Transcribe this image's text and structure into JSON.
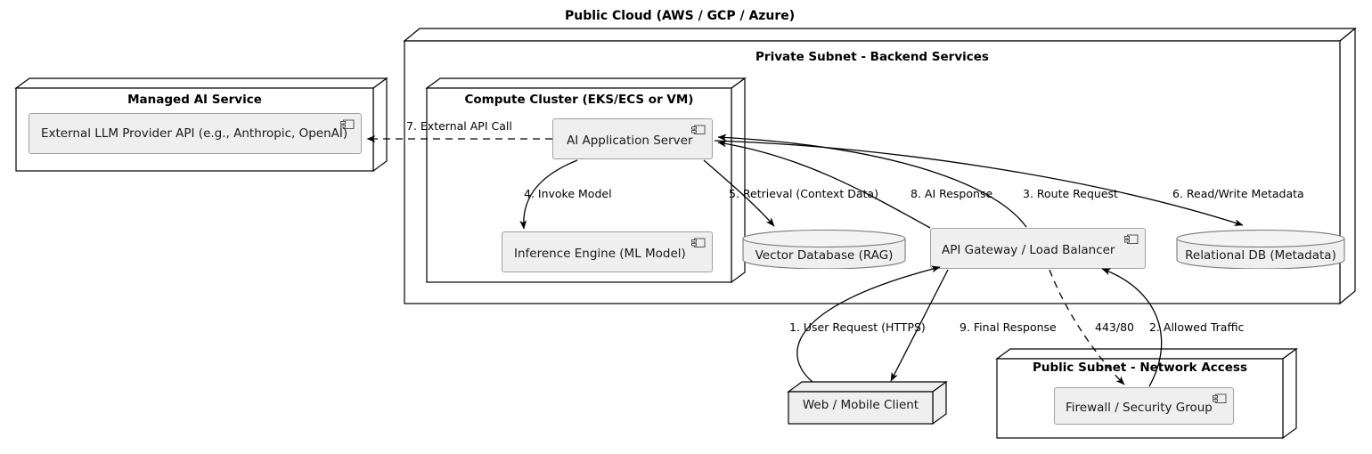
{
  "diagram": {
    "type": "deployment-diagram",
    "title": "Public Cloud (AWS / GCP / Azure)",
    "colors": {
      "component_fill": "#efefef",
      "component_stroke": "#a0a0a0",
      "node_fill": "#ffffff",
      "node_stroke": "#000000",
      "text": "#000000",
      "background": "#ffffff"
    }
  },
  "nodes": {
    "public_cloud": {
      "label": "Public Cloud (AWS / GCP / Azure)"
    },
    "managed_ai_service": {
      "label": "Managed AI Service"
    },
    "private_subnet": {
      "label": "Private Subnet - Backend Services"
    },
    "compute_cluster": {
      "label": "Compute Cluster (EKS/ECS or VM)"
    },
    "public_subnet": {
      "label": "Public Subnet - Network Access"
    },
    "web_mobile_client": {
      "label": "Web / Mobile Client"
    }
  },
  "components": {
    "external_llm": {
      "label": "External LLM Provider API (e.g., Anthropic, OpenAI)",
      "icon": "uml-component-icon"
    },
    "ai_app_server": {
      "label": "AI Application Server",
      "icon": "uml-component-icon"
    },
    "inference_engine": {
      "label": "Inference Engine (ML Model)",
      "icon": "uml-component-icon"
    },
    "api_gateway": {
      "label": "API Gateway / Load Balancer",
      "icon": "uml-component-icon"
    },
    "firewall": {
      "label": "Firewall / Security Group",
      "icon": "uml-component-icon"
    }
  },
  "databases": {
    "vector_db": {
      "label": "Vector Database (RAG)",
      "shape": "cylinder"
    },
    "relational_db": {
      "label": "Relational DB (Metadata)",
      "shape": "cylinder"
    }
  },
  "edges": [
    {
      "id": "e1",
      "label": "1. User Request (HTTPS)",
      "from": "web_mobile_client",
      "to": "api_gateway",
      "style": "solid"
    },
    {
      "id": "e2",
      "label": "2. Allowed Traffic",
      "from": "firewall",
      "to": "api_gateway",
      "style": "solid"
    },
    {
      "id": "e3",
      "label": "3. Route Request",
      "from": "api_gateway",
      "to": "ai_app_server",
      "style": "solid"
    },
    {
      "id": "e4",
      "label": "4. Invoke Model",
      "from": "ai_app_server",
      "to": "inference_engine",
      "style": "solid"
    },
    {
      "id": "e5",
      "label": "5. Retrieval (Context Data)",
      "from": "ai_app_server",
      "to": "vector_db",
      "style": "solid"
    },
    {
      "id": "e6",
      "label": "6. Read/Write Metadata",
      "from": "ai_app_server",
      "to": "relational_db",
      "style": "solid"
    },
    {
      "id": "e7",
      "label": "7. External API Call",
      "from": "ai_app_server",
      "to": "external_llm",
      "style": "dashed"
    },
    {
      "id": "e8",
      "label": "8. AI Response",
      "from": "api_gateway",
      "to": "ai_app_server",
      "style": "solid"
    },
    {
      "id": "e9",
      "label": "9. Final Response",
      "from": "api_gateway",
      "to": "web_mobile_client",
      "style": "solid"
    },
    {
      "id": "e10",
      "label": "443/80",
      "from": "api_gateway",
      "to": "firewall",
      "style": "dashed"
    }
  ]
}
